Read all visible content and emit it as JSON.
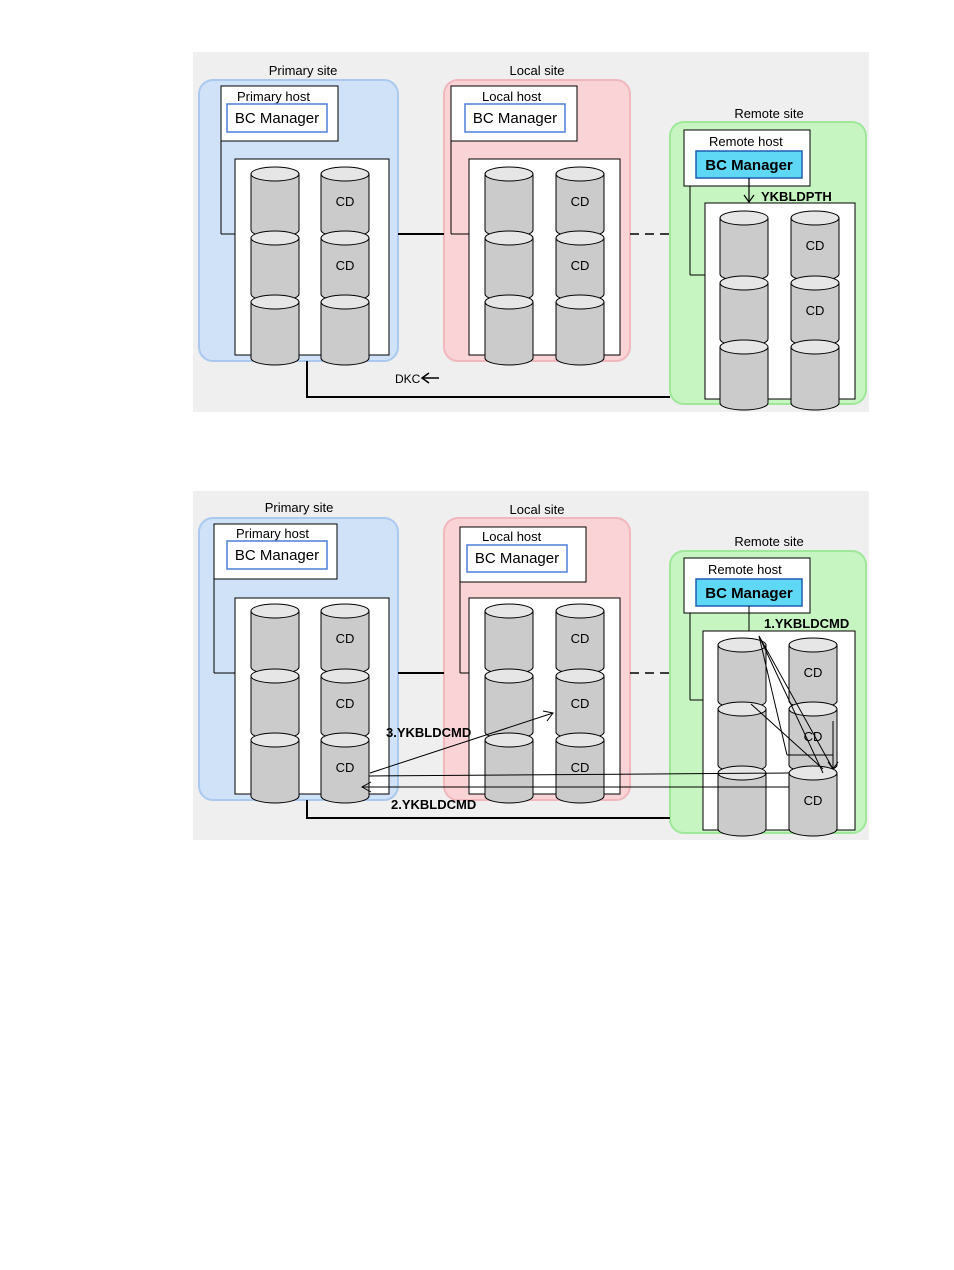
{
  "sites": {
    "primary": "Primary site",
    "local": "Local site",
    "remote": "Remote site"
  },
  "hosts": {
    "primary": "Primary host",
    "local": "Local host",
    "remote": "Remote host"
  },
  "bc_manager": "BC Manager",
  "cd": "CD",
  "colors": {
    "primary_site": "#cfe2f8",
    "local_site": "#f9d3d6",
    "remote_site": "#c6f5c2",
    "bc_active": "#5fd8f5",
    "bc_border": "#4d7fd8"
  },
  "fig1": {
    "command": "YKBLDPTH",
    "dkc": "DKC"
  },
  "fig2": {
    "step1": "1.YKBLDCMD",
    "step2": "2.YKBLDCMD",
    "step3": "3.YKBLDCMD"
  }
}
